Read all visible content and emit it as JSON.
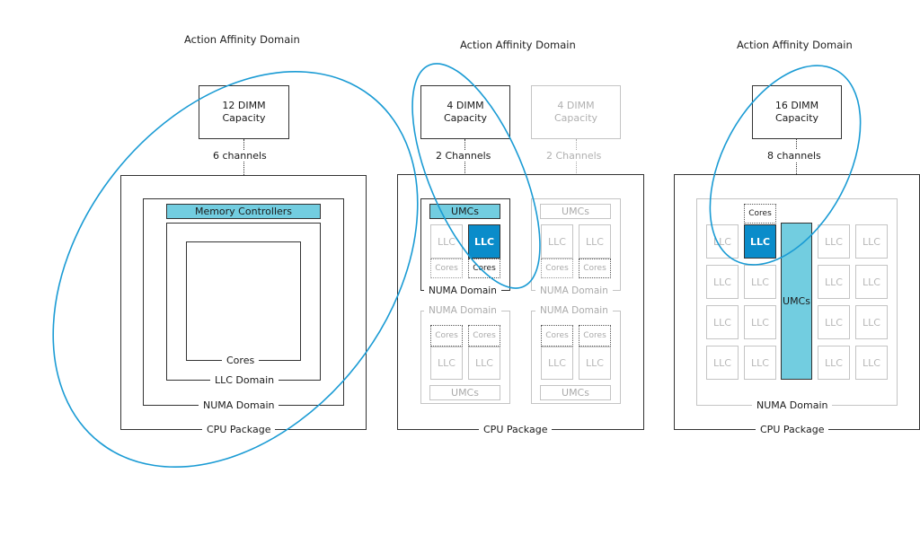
{
  "colors": {
    "ellipse": "#1a9bd4",
    "llc_highlight": "#0a8cca",
    "umc_fill": "#72cde0"
  },
  "panels": [
    {
      "title": "Action Affinity Domain",
      "dimm": {
        "line1": "12 DIMM",
        "line2": "Capacity"
      },
      "channels": "6 channels",
      "memory_controllers": "Memory Controllers",
      "layers": {
        "cores": "Cores",
        "llc": "LLC Domain",
        "numa": "NUMA Domain",
        "cpu": "CPU Package"
      }
    },
    {
      "title": "Action Affinity Domain",
      "dimm_active": {
        "line1": "4 DIMM",
        "line2": "Capacity"
      },
      "dimm_inactive": {
        "line1": "4 DIMM",
        "line2": "Capacity"
      },
      "channels_active": "2 Channels",
      "channels_inactive": "2 Channels",
      "umcs": "UMCs",
      "llc": "LLC",
      "cores": "Cores",
      "numa": "NUMA Domain",
      "cpu": "CPU Package"
    },
    {
      "title": "Action Affinity Domain",
      "dimm": {
        "line1": "16 DIMM",
        "line2": "Capacity"
      },
      "channels": "8 channels",
      "cores": "Cores",
      "llc": "LLC",
      "umcs": "UMCs",
      "numa": "NUMA Domain",
      "cpu": "CPU Package"
    }
  ]
}
